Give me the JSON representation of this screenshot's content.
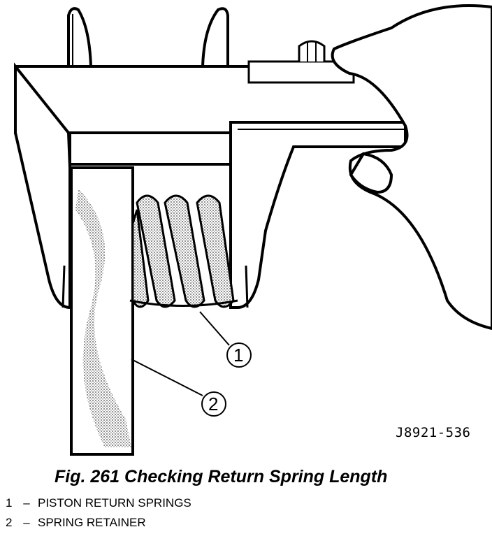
{
  "figure": {
    "callouts": [
      {
        "number": "1"
      },
      {
        "number": "2"
      }
    ],
    "code": "J8921-536"
  },
  "caption": "Fig. 261 Checking Return Spring Length",
  "legend": [
    {
      "number": "1",
      "dash": "–",
      "text": "PISTON RETURN SPRINGS"
    },
    {
      "number": "2",
      "dash": "–",
      "text": "SPRING RETAINER"
    }
  ]
}
